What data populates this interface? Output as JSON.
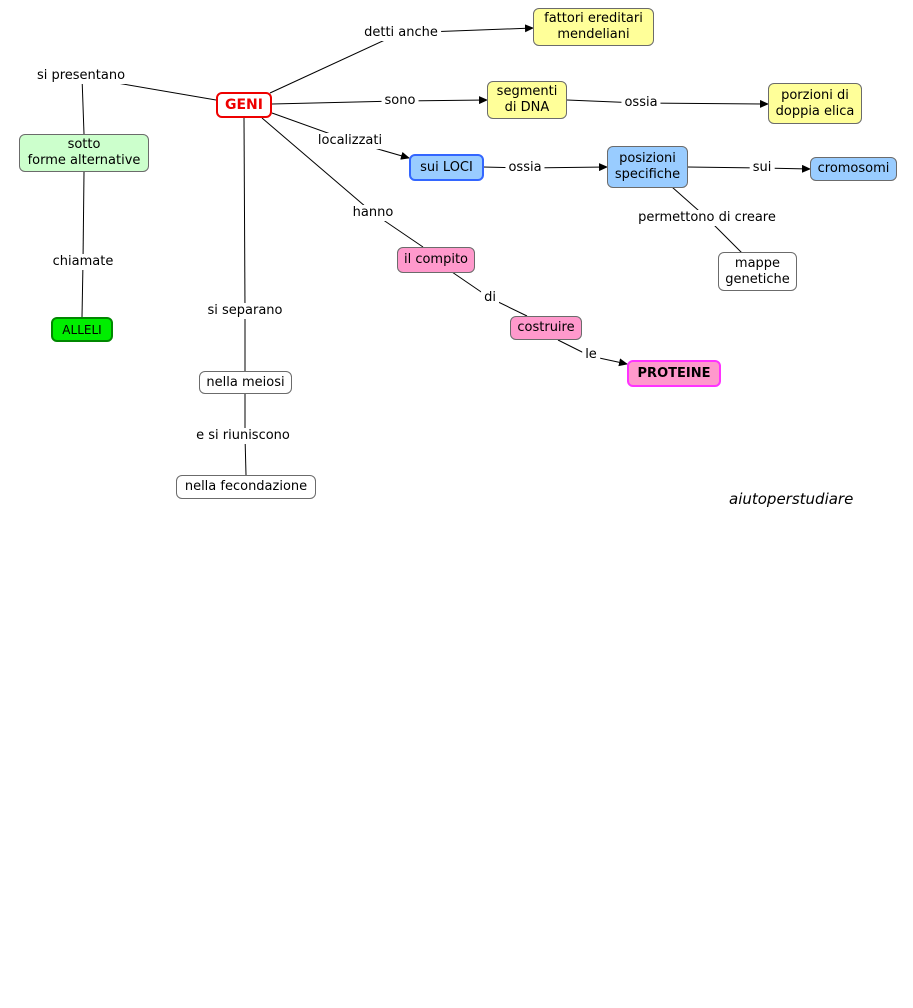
{
  "nodes": {
    "geni": "GENI",
    "fattori": "fattori ereditari\nmendeliani",
    "segmenti": "segmenti\ndi DNA",
    "porzioni": "porzioni di\ndoppia elica",
    "loci": "sui LOCI",
    "posizioni": "posizioni\nspecifiche",
    "cromosomi": "cromosomi",
    "mappe": "mappe\ngenetiche",
    "sotto": "sotto\nforme alternative",
    "alleli": "ALLELI",
    "compito": "il compito",
    "costruire": "costruire",
    "proteine": "PROTEINE",
    "meiosi": "nella meiosi",
    "fecondazione": "nella fecondazione"
  },
  "links": {
    "detti_anche": "detti anche",
    "sono": "sono",
    "ossia1": "ossia",
    "localizzati": "localizzati",
    "ossia2": "ossia",
    "sui": "sui",
    "permettono": "permettono di creare",
    "si_presentano": "si presentano",
    "chiamate": "chiamate",
    "hanno": "hanno",
    "di": "di",
    "le": "le",
    "si_separano": "si separano",
    "e_si_riuniscono": "e si riuniscono"
  },
  "watermark": "aiutoperstudiare"
}
